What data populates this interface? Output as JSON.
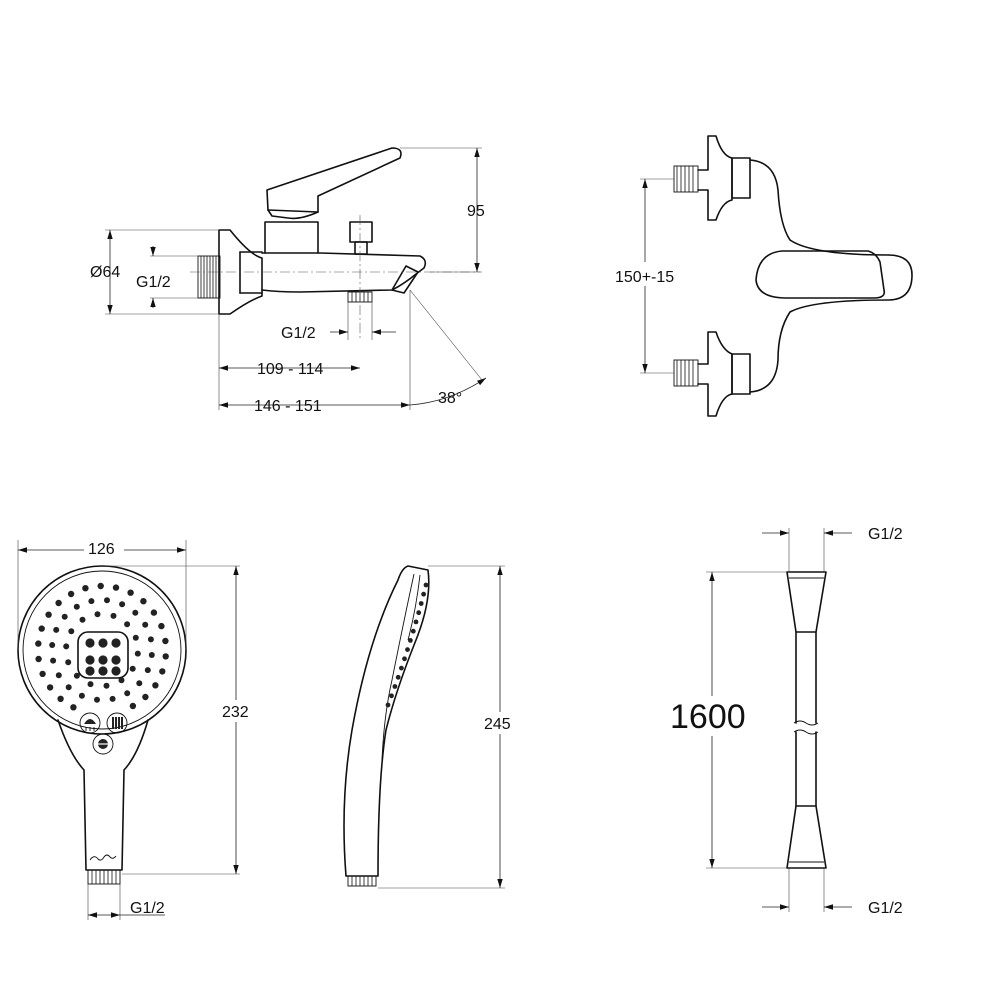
{
  "mixer_front": {
    "dia_body": "Ø64",
    "inlet_thread": "G1/2",
    "height_lever": "95",
    "outlet_thread": "G1/2",
    "depth_outlet": "109 - 114",
    "depth_spout": "146 - 151",
    "spout_angle": "38°"
  },
  "mixer_side": {
    "centers": "150+-15"
  },
  "handshower_front": {
    "width": "126",
    "height": "232",
    "thread": "G1/2",
    "mode_icons": [
      "rain-spray-icon",
      "massage-spray-icon",
      "mist-spray-icon"
    ]
  },
  "handshower_side": {
    "height": "245"
  },
  "hose": {
    "top_thread": "G1/2",
    "length": "1600",
    "bottom_thread": "G1/2"
  }
}
